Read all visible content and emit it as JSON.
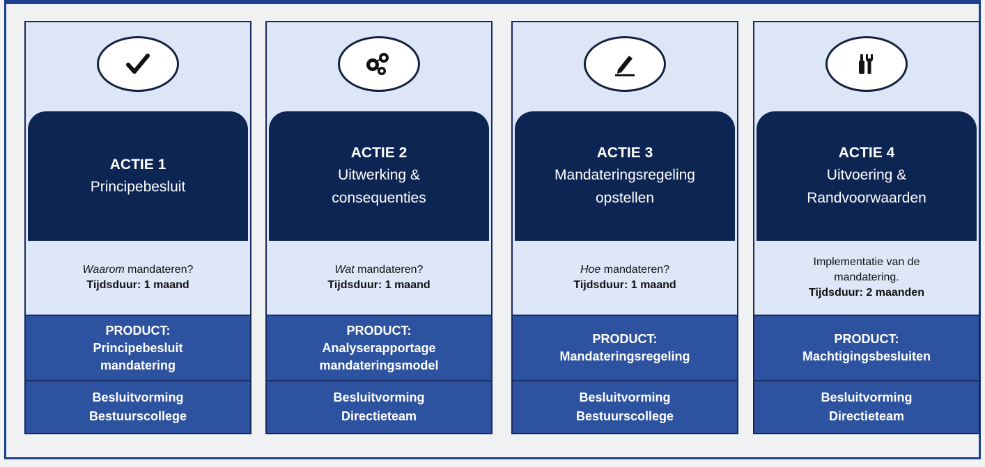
{
  "actions": [
    {
      "icon": "checkmark-icon",
      "number": "ACTIE 1",
      "title": "Principebesluit",
      "question_em": "Waarom",
      "question_rest": " mandateren?",
      "duration": "Tijdsduur:  1 maand",
      "product_label": "PRODUCT:",
      "product_line1": "Principebesluit",
      "product_line2": "mandatering",
      "decision_line1": "Besluitvorming",
      "decision_line2": "Bestuurscollege"
    },
    {
      "icon": "people-network-icon",
      "number": "ACTIE 2",
      "title": "Uitwerking &\nconsequenties",
      "question_em": "Wat",
      "question_rest": " mandateren?",
      "duration": "Tijdsduur:  1 maand",
      "product_label": "PRODUCT:",
      "product_line1": "Analyserapportage",
      "product_line2": "mandateringsmodel",
      "decision_line1": "Besluitvorming",
      "decision_line2": "Directieteam"
    },
    {
      "icon": "pen-signature-icon",
      "number": "ACTIE 3",
      "title": "Mandateringsregeling\nopstellen",
      "question_em": "Hoe",
      "question_rest": " mandateren?",
      "duration": "Tijdsduur:  1 maand",
      "product_label": "PRODUCT:",
      "product_line1": "Mandateringsregeling",
      "decision_line1": "Besluitvorming",
      "decision_line2": "Bestuurscollege"
    },
    {
      "icon": "tools-icon",
      "number": "ACTIE 4",
      "title": "Uitvoering &\nRandvoorwaarden",
      "question_plain_1": "Implementatie van de",
      "question_plain_2": "mandatering.",
      "duration": "Tijdsduur:  2 maanden",
      "product_label": "PRODUCT:",
      "product_line1": "Machtigingsbesluiten",
      "decision_line1": "Besluitvorming",
      "decision_line2": "Directieteam"
    }
  ],
  "colors": {
    "header_bg": "#0d2552",
    "product_bg": "#2d52a0",
    "light_bg": "#dce6f6",
    "frame": "#1c3f8f"
  }
}
